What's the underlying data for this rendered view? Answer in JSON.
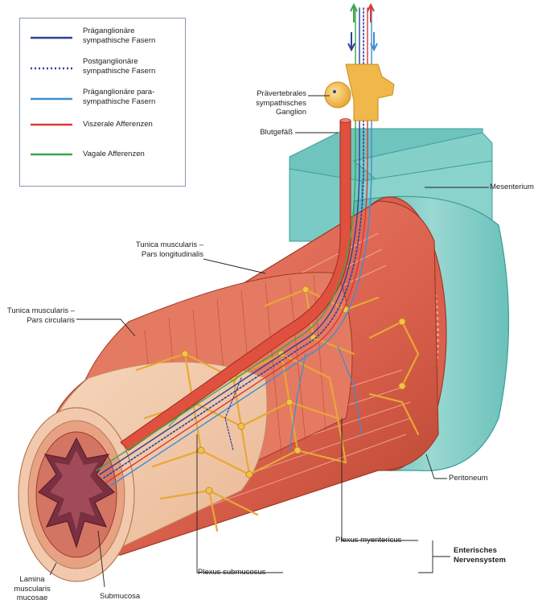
{
  "legend": {
    "items": [
      {
        "text": "Präganglionäre\nsympathische Fasern",
        "color": "#2f3f9a",
        "style": "solid"
      },
      {
        "text": "Postganglionäre\nsympathische Fasern",
        "color": "#2f3f9a",
        "style": "dotted"
      },
      {
        "text": "Präganglionäre para-\nsympathische Fasern",
        "color": "#3b8fd4",
        "style": "solid"
      },
      {
        "text": "Viszerale Afferenzen",
        "color": "#d93a32",
        "style": "solid"
      },
      {
        "text": "Vagale Afferenzen",
        "color": "#3aa64a",
        "style": "solid"
      }
    ]
  },
  "labels": {
    "ganglion_1": "Prävertebrales",
    "ganglion_2": "sympathisches",
    "ganglion_3": "Ganglion",
    "blutgefaess": "Blutgefäß",
    "mesenterium": "Mesenterium",
    "tunica_long_1": "Tunica muscularis –",
    "tunica_long_2": "Pars longitudinalis",
    "tunica_circ_1": "Tunica muscularis –",
    "tunica_circ_2": "Pars circularis",
    "peritoneum": "Peritoneum",
    "plexus_myentericus": "Plexus myentericus",
    "plexus_submucosus": "Plexus submucosus",
    "enteric_1": "Enterisches",
    "enteric_2": "Nervensystem",
    "lamina_1": "Lamina",
    "lamina_2": "muscularis",
    "lamina_3": "mucosae",
    "submucosa": "Submucosa"
  },
  "colors": {
    "muscle": "#e0705e",
    "muscle_dark": "#b8442f",
    "mesentery": "#7ccbc5",
    "nerve_plexus": "#e8a735",
    "submucosa": "#f1c8a8",
    "mucosa": "#c96a5e",
    "pointer": "#222222"
  }
}
